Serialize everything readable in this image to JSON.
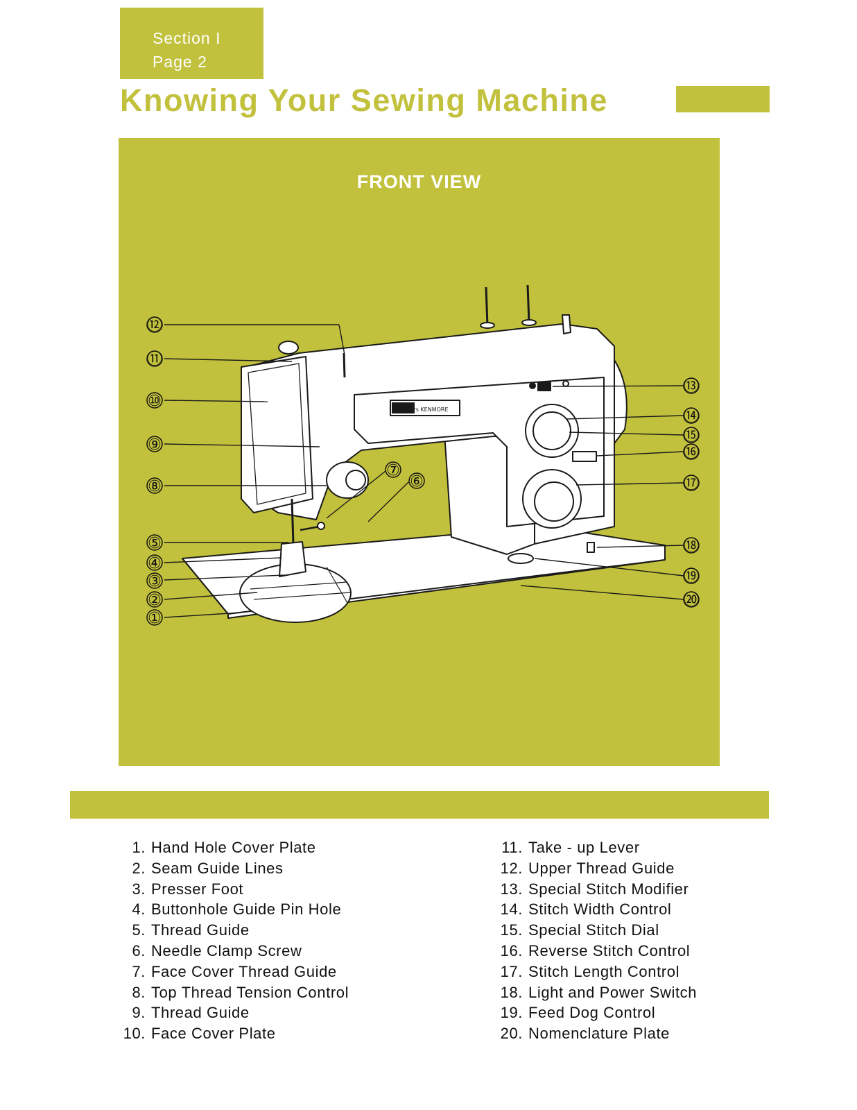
{
  "header": {
    "section_label": "Section I",
    "page_label": "Page 2",
    "title": "Knowing Your Sewing Machine"
  },
  "diagram": {
    "view_title": "FRONT VIEW",
    "brand_plate": "Sears KENMORE",
    "callouts": [
      "①",
      "②",
      "③",
      "④",
      "⑤",
      "⑥",
      "⑦",
      "⑧",
      "⑨",
      "⑩",
      "⑪",
      "⑫",
      "⑬",
      "⑭",
      "⑮",
      "⑯",
      "⑰",
      "⑱",
      "⑲",
      "⑳"
    ]
  },
  "parts_list": {
    "left": [
      {
        "num": "1.",
        "label": "Hand Hole Cover Plate"
      },
      {
        "num": "2.",
        "label": "Seam Guide Lines"
      },
      {
        "num": "3.",
        "label": "Presser Foot"
      },
      {
        "num": "4.",
        "label": "Buttonhole Guide Pin Hole"
      },
      {
        "num": "5.",
        "label": "Thread Guide"
      },
      {
        "num": "6.",
        "label": "Needle Clamp Screw"
      },
      {
        "num": "7.",
        "label": "Face Cover Thread Guide"
      },
      {
        "num": "8.",
        "label": "Top Thread Tension Control"
      },
      {
        "num": "9.",
        "label": "Thread Guide"
      },
      {
        "num": "10.",
        "label": "Face Cover Plate"
      }
    ],
    "right": [
      {
        "num": "11.",
        "label": "Take - up Lever"
      },
      {
        "num": "12.",
        "label": "Upper Thread Guide"
      },
      {
        "num": "13.",
        "label": "Special Stitch Modifier"
      },
      {
        "num": "14.",
        "label": "Stitch Width Control"
      },
      {
        "num": "15.",
        "label": "Special Stitch Dial"
      },
      {
        "num": "16.",
        "label": "Reverse Stitch Control"
      },
      {
        "num": "17.",
        "label": "Stitch Length Control"
      },
      {
        "num": "18.",
        "label": "Light and Power Switch"
      },
      {
        "num": "19.",
        "label": "Feed Dog Control"
      },
      {
        "num": "20.",
        "label": "Nomenclature Plate"
      }
    ]
  },
  "colors": {
    "accent": "#c2c13d",
    "machine_fill": "#ffffff",
    "line": "#1a1a1a"
  }
}
